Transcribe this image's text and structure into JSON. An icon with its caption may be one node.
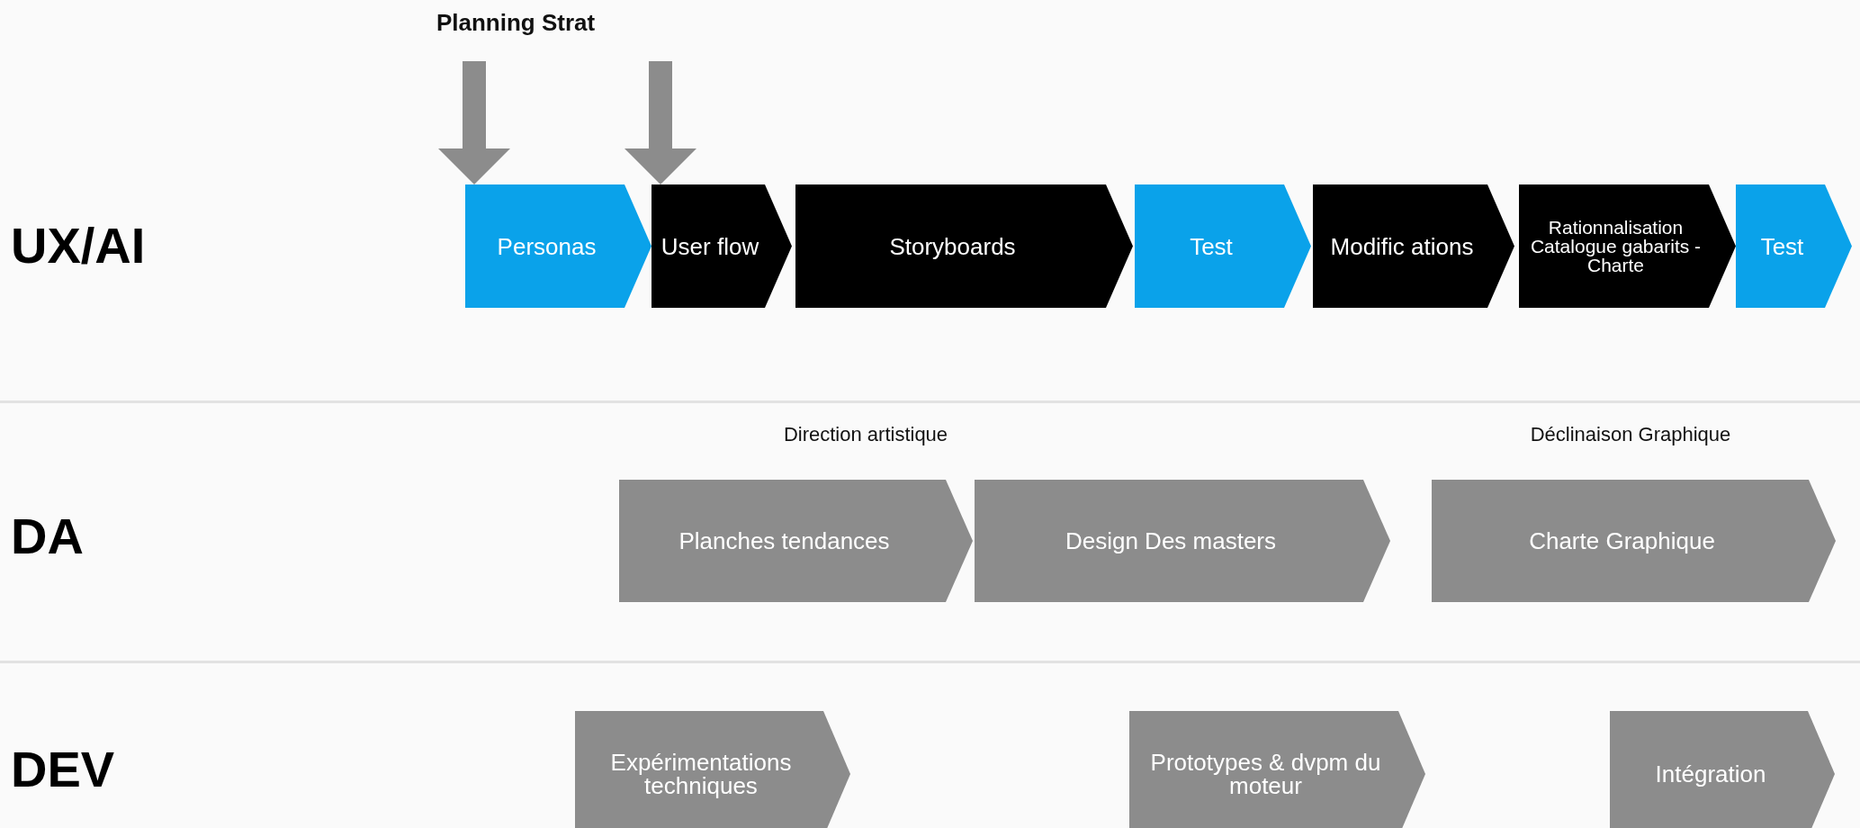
{
  "diagram": {
    "nodes": [
      {
        "text": [
          "UX/AI"
        ]
      },
      {
        "text": [
          "Personas"
        ],
        "in": 0
      },
      {
        "text": [
          "User flow"
        ],
        "in": 0
      },
      {
        "text": [
          "Storyboards"
        ],
        "in": 0
      },
      {
        "text": [
          "Test"
        ],
        "in": 0
      },
      {
        "text": [
          "Modific ations"
        ],
        "in": 0
      },
      {
        "text": [
          "Rationnalisation Catalogue gabarits - Charte"
        ],
        "in": 0
      },
      {
        "text": [
          "Test"
        ],
        "in": 0
      },
      {
        "text": [
          "DA"
        ]
      },
      {
        "text": [
          "Planches tendances"
        ],
        "in": 8
      },
      {
        "text": [
          "Design Des masters"
        ],
        "in": 8
      },
      {
        "text": [
          "Charte Graphique"
        ],
        "in": 8
      },
      {
        "text": [
          "DEV"
        ]
      },
      {
        "text": [
          "Expérimentations techniques"
        ],
        "in": 12
      },
      {
        "text": [
          "Prototypes & dvpm du moteur"
        ],
        "in": 12
      },
      {
        "text": [
          "Intégration"
        ],
        "in": 12
      }
    ],
    "edges": [
      {
        "from": null,
        "to": 1,
        "arrow": "to"
      },
      {
        "from": null,
        "to": 2,
        "arrow": "to"
      }
    ],
    "labels": [
      "Planning Strat",
      "Direction artistique",
      "Déclinaison Graphique"
    ]
  }
}
